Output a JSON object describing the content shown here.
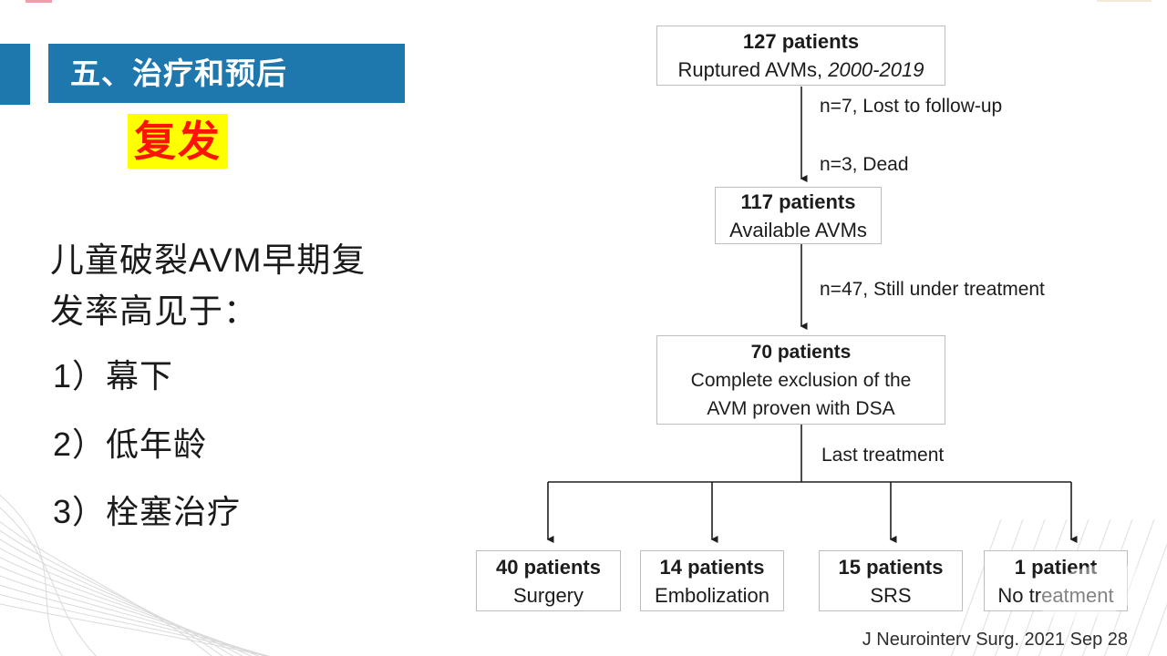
{
  "slide": {
    "banner": {
      "title": "五、治疗和预后",
      "bg_color": "#1e78ae",
      "text_color": "#ffffff"
    },
    "highlight": {
      "text": "复发",
      "bg_color": "#ffff00",
      "text_color": "#fb1402"
    },
    "body": {
      "lines": [
        "儿童破裂AVM早期复",
        "发率高见于："
      ],
      "items": [
        "1）幕下",
        "2）低年龄",
        "3）栓塞治疗"
      ]
    },
    "citation": "J Neurointerv Surg. 2021 Sep 28"
  },
  "flowchart": {
    "boxes": [
      {
        "bold": "127 patients",
        "line2": "Ruptured AVMs, ",
        "line2_italic": "2000-2019"
      },
      {
        "bold": "117 patients",
        "line2": "Available AVMs"
      },
      {
        "bold": "70 patients",
        "line2": "Complete exclusion of the",
        "line3": "AVM proven with DSA"
      },
      {
        "bold": "40 patients",
        "line2": "Surgery"
      },
      {
        "bold": "14 patients",
        "line2": "Embolization"
      },
      {
        "bold": "15 patients",
        "line2": "SRS"
      },
      {
        "bold": "1 patient",
        "line2": "No treatment"
      }
    ],
    "edge_labels": [
      "n=7, Lost to follow-up",
      "n=3, Dead",
      "n=47, Still under treatment",
      "Last treatment"
    ],
    "line_color": "#1f1f1f",
    "box_border_color": "#bdbdbd"
  }
}
